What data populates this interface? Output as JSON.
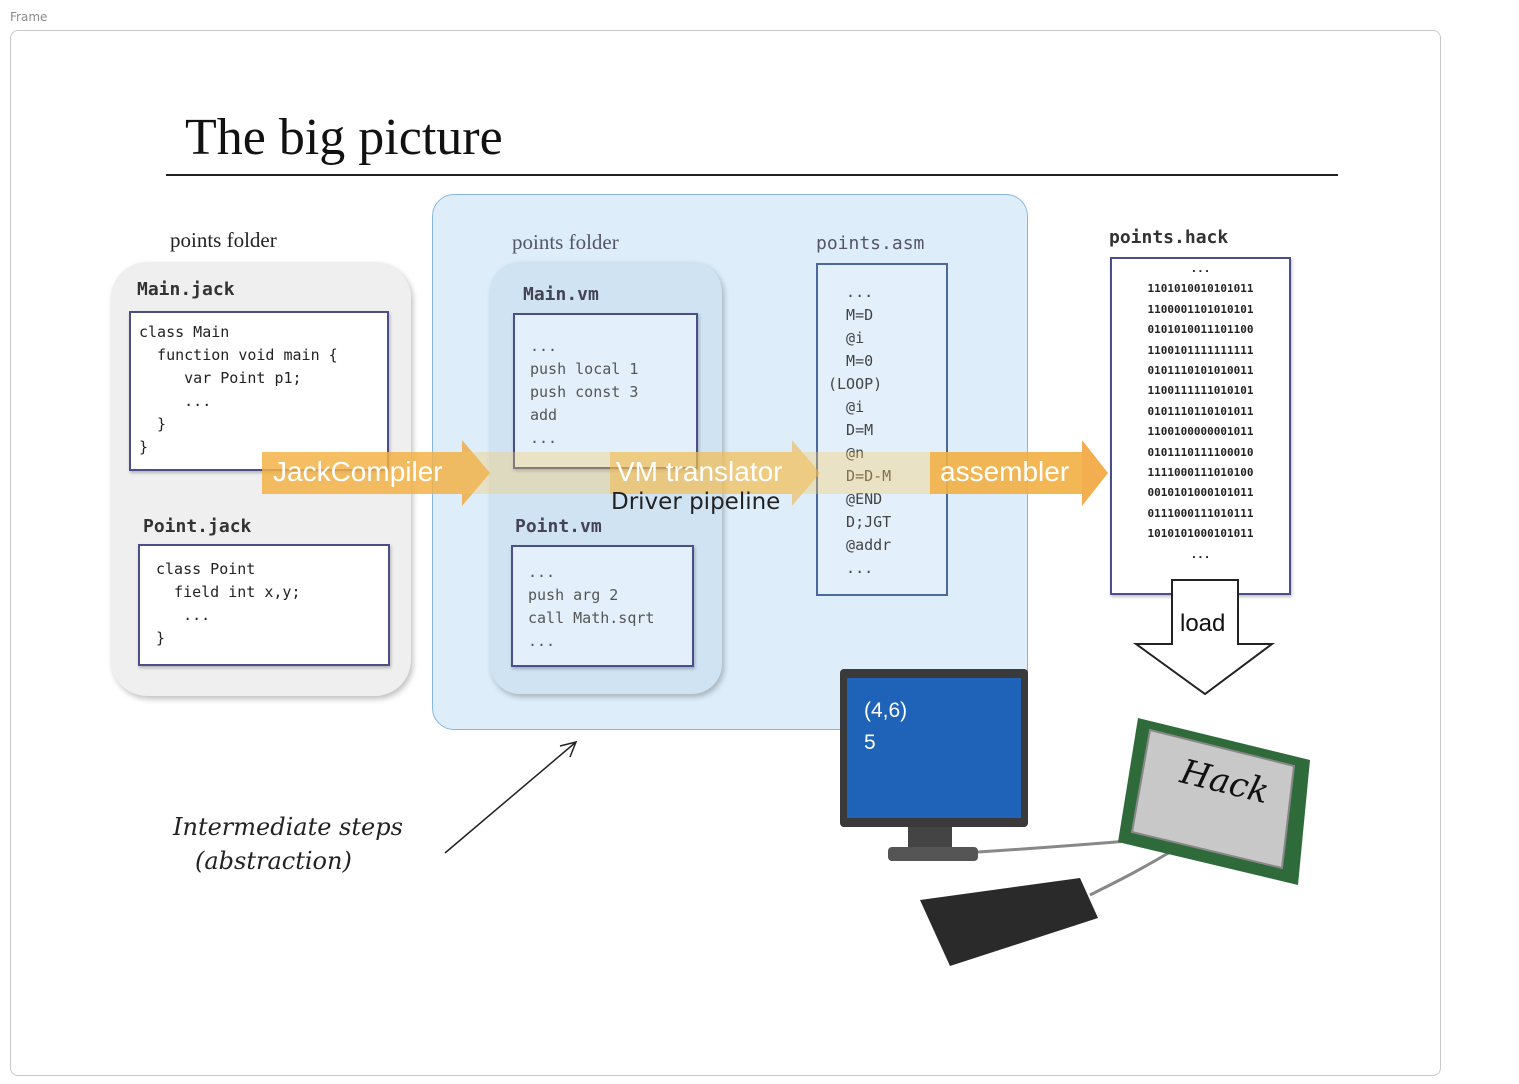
{
  "frame": {
    "label": "Frame"
  },
  "title": "The big picture",
  "jack_folder": {
    "label": "points folder",
    "files": [
      {
        "name": "Main.jack",
        "code": "class Main\n  function void main {\n     var Point p1;\n     ...\n  }\n}"
      },
      {
        "name": "Point.jack",
        "code": "class Point\n  field int x,y;\n   ...\n}"
      }
    ]
  },
  "vm_folder": {
    "label": "points folder",
    "files": [
      {
        "name": "Main.vm",
        "code": "...\npush local 1\npush const 3\nadd\n..."
      },
      {
        "name": "Point.vm",
        "code": "...\npush arg 2\ncall Math.sqrt\n..."
      }
    ]
  },
  "asm_file": {
    "name": "points.asm",
    "code": "  ...\n  M=D\n  @i\n  M=0\n(LOOP)\n  @i\n  D=M\n  @n\n  D=D-M\n  @END\n  D;JGT\n  @addr\n  ..."
  },
  "hack_file": {
    "name": "points.hack",
    "lines": [
      "...",
      "1101010010101011",
      "1100001101010101",
      "0101010011101100",
      "1100101111111111",
      "0101110101010011",
      "1100111111010101",
      "0101110110101011",
      "1100100000001011",
      "0101110111100010",
      "1111000111010100",
      "0010101000101011",
      "0111000111010111",
      "1010101000101011",
      "..."
    ]
  },
  "pipeline": {
    "stages": [
      "JackCompiler",
      "VM translator",
      "assembler"
    ],
    "label": "Driver pipeline",
    "color": "#f0a030"
  },
  "load_label": "load",
  "note": {
    "line1": "Intermediate steps",
    "line2": "(abstraction)"
  },
  "monitor": {
    "line1": "(4,6)",
    "line2": "5"
  },
  "chip_label": "Hack",
  "colors": {
    "blue_region": "#cfe6fa",
    "box_border": "#4a4f8c",
    "pipeline_arrow": "#f0a030"
  }
}
